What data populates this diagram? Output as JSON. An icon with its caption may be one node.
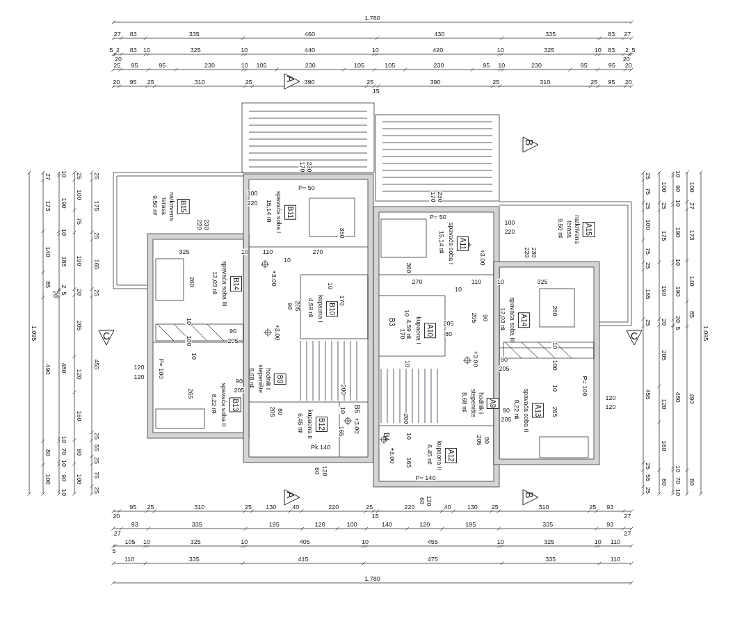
{
  "diagram": {
    "nodes": [
      {
        "text": [
          "B15",
          "natkrivena terasa",
          "9,50 m$^{2}$"
        ]
      },
      {
        "text": [
          "B11",
          "spavaća soba I",
          "15,14 m$^{2}$"
        ]
      },
      {
        "text": [
          "B14",
          "spavaća soba III",
          "12,03 m$^{2}$"
        ]
      },
      {
        "text": [
          "B10",
          "kupaona I",
          "4,59 m$^{2}$"
        ]
      },
      {
        "text": [
          "B9",
          "hodnik i stepenište",
          "8,68 m$^{2}$"
        ]
      },
      {
        "text": [
          "B13",
          "spavaća soba II",
          "8,22 m$^{2}$"
        ]
      },
      {
        "text": [
          "B12",
          "kupaona II",
          "6,45 m$^{2}$"
        ]
      },
      {
        "text": [
          "B6"
        ]
      },
      {
        "text": [
          "B3"
        ]
      },
      {
        "text": [
          "B4"
        ]
      },
      {
        "text": [
          "A11",
          "spavaća soba I",
          "15,14 m$^{2}$"
        ]
      },
      {
        "text": [
          "A15",
          "natkrivena terasa",
          "9,50 m$^{2}$"
        ]
      },
      {
        "text": [
          "A14",
          "spavaća soba III",
          "12,03 m$^{2}$"
        ]
      },
      {
        "text": [
          "A10",
          "kupaona I",
          "4,59 m$^{2}$"
        ]
      },
      {
        "text": [
          "A9",
          "hodnik i stepenište",
          "8,68 m$^{2}$"
        ]
      },
      {
        "text": [
          "A13",
          "spavaća soba II",
          "8,22 m$^{2}$"
        ]
      },
      {
        "text": [
          "A12",
          "kupaona II",
          "6,45 m$^{2}$"
        ]
      }
    ],
    "labels": [
      "1.780",
      "27",
      "83",
      "335",
      "460",
      "430",
      "335",
      "83",
      "27",
      "5",
      "2",
      "20",
      "83",
      "10",
      "325",
      "10",
      "440",
      "10",
      "420",
      "10",
      "325",
      "10",
      "83",
      "20",
      "2",
      "5",
      "25",
      "95",
      "95",
      "230",
      "10",
      "105",
      "230",
      "105",
      "105",
      "230",
      "95",
      "10",
      "230",
      "95",
      "95",
      "20",
      "20",
      "95",
      "25",
      "310",
      "25",
      "390",
      "25",
      "15",
      "390",
      "25",
      "310",
      "25",
      "95",
      "20",
      "1.095",
      "27",
      "173",
      "140",
      "85",
      "490",
      "80",
      "100",
      "10",
      "190",
      "10",
      "188",
      "2",
      "5",
      "20",
      "480",
      "10",
      "70",
      "10",
      "90",
      "10",
      "25",
      "100",
      "75",
      "190",
      "20",
      "205",
      "120",
      "160",
      "80",
      "100",
      "25",
      "175",
      "25",
      "165",
      "25",
      "455",
      "25",
      "55",
      "25",
      "75",
      "25",
      "25",
      "75",
      "25",
      "100",
      "75",
      "25",
      "165",
      "25",
      "455",
      "25",
      "55",
      "25",
      "100",
      "25",
      "175",
      "190",
      "20",
      "205",
      "120",
      "160",
      "80",
      "10",
      "90",
      "10",
      "190",
      "10",
      "190",
      "20",
      "5",
      "480",
      "10",
      "70",
      "10",
      "100",
      "27",
      "173",
      "140",
      "85",
      "490",
      "80",
      "1.095",
      "20",
      "95",
      "25",
      "310",
      "25",
      "130",
      "40",
      "220",
      "25",
      "15",
      "220",
      "40",
      "130",
      "25",
      "310",
      "25",
      "93",
      "27",
      "27",
      "93",
      "335",
      "195",
      "120",
      "100",
      "140",
      "120",
      "195",
      "335",
      "93",
      "27",
      "5",
      "105",
      "10",
      "325",
      "10",
      "405",
      "10",
      "455",
      "10",
      "325",
      "10",
      "110",
      "110",
      "335",
      "415",
      "475",
      "335",
      "110",
      "1.780",
      "170",
      "230",
      "P= 50",
      "100",
      "220",
      "220",
      "230",
      "325",
      "10",
      "110",
      "270",
      "10",
      "360",
      "260",
      "+3.00",
      "10",
      "170",
      "90",
      "205",
      "10",
      "100",
      "90",
      "205",
      "+3.00",
      "10",
      "P= 100",
      "120",
      "120",
      "90",
      "205",
      "265",
      "80",
      "205",
      "200",
      "10",
      "165",
      "+3.00",
      "Pk.140",
      "120",
      "60",
      "170",
      "230",
      "P= 50",
      "100",
      "220",
      "220",
      "230",
      "360",
      "+3.00",
      "270",
      "110",
      "10",
      "10",
      "325",
      "260",
      "10",
      "170",
      "205",
      "80",
      "90",
      "205",
      "10",
      "100",
      "90",
      "205",
      "+3.00",
      "10",
      "10",
      "P= 100",
      "120",
      "120",
      "90",
      "205",
      "265",
      "200",
      "10",
      "+3.00",
      "165",
      "80",
      "205",
      "P= 140",
      "120",
      "60",
      "A",
      "B",
      "C",
      "C",
      "A",
      "B"
    ]
  }
}
